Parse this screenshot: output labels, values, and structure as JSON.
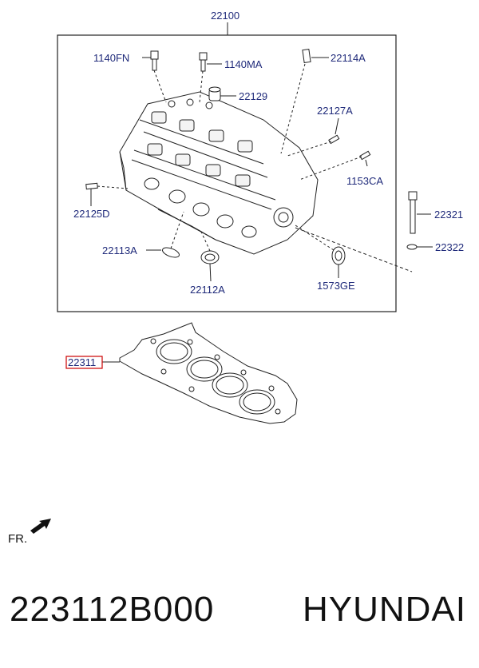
{
  "labels": {
    "assembly": "22100",
    "bolt_a": "1140FN",
    "bolt_b": "1140MA",
    "dowel_top": "22114A",
    "plug": "22129",
    "stud_right": "22127A",
    "stud_small": "1153CA",
    "stud_left": "22125D",
    "bolt_long": "22321",
    "washer": "22322",
    "seal_left": "22113A",
    "seal_mid": "22112A",
    "seal_right": "1573GE",
    "gasket": "22311"
  },
  "direction_marker": "FR.",
  "footer": {
    "part_number": "223112B000",
    "brand": "HYUNDAI"
  },
  "colors": {
    "label": "#1f2a7a",
    "highlight": "#cc0000",
    "line": "#222222"
  }
}
